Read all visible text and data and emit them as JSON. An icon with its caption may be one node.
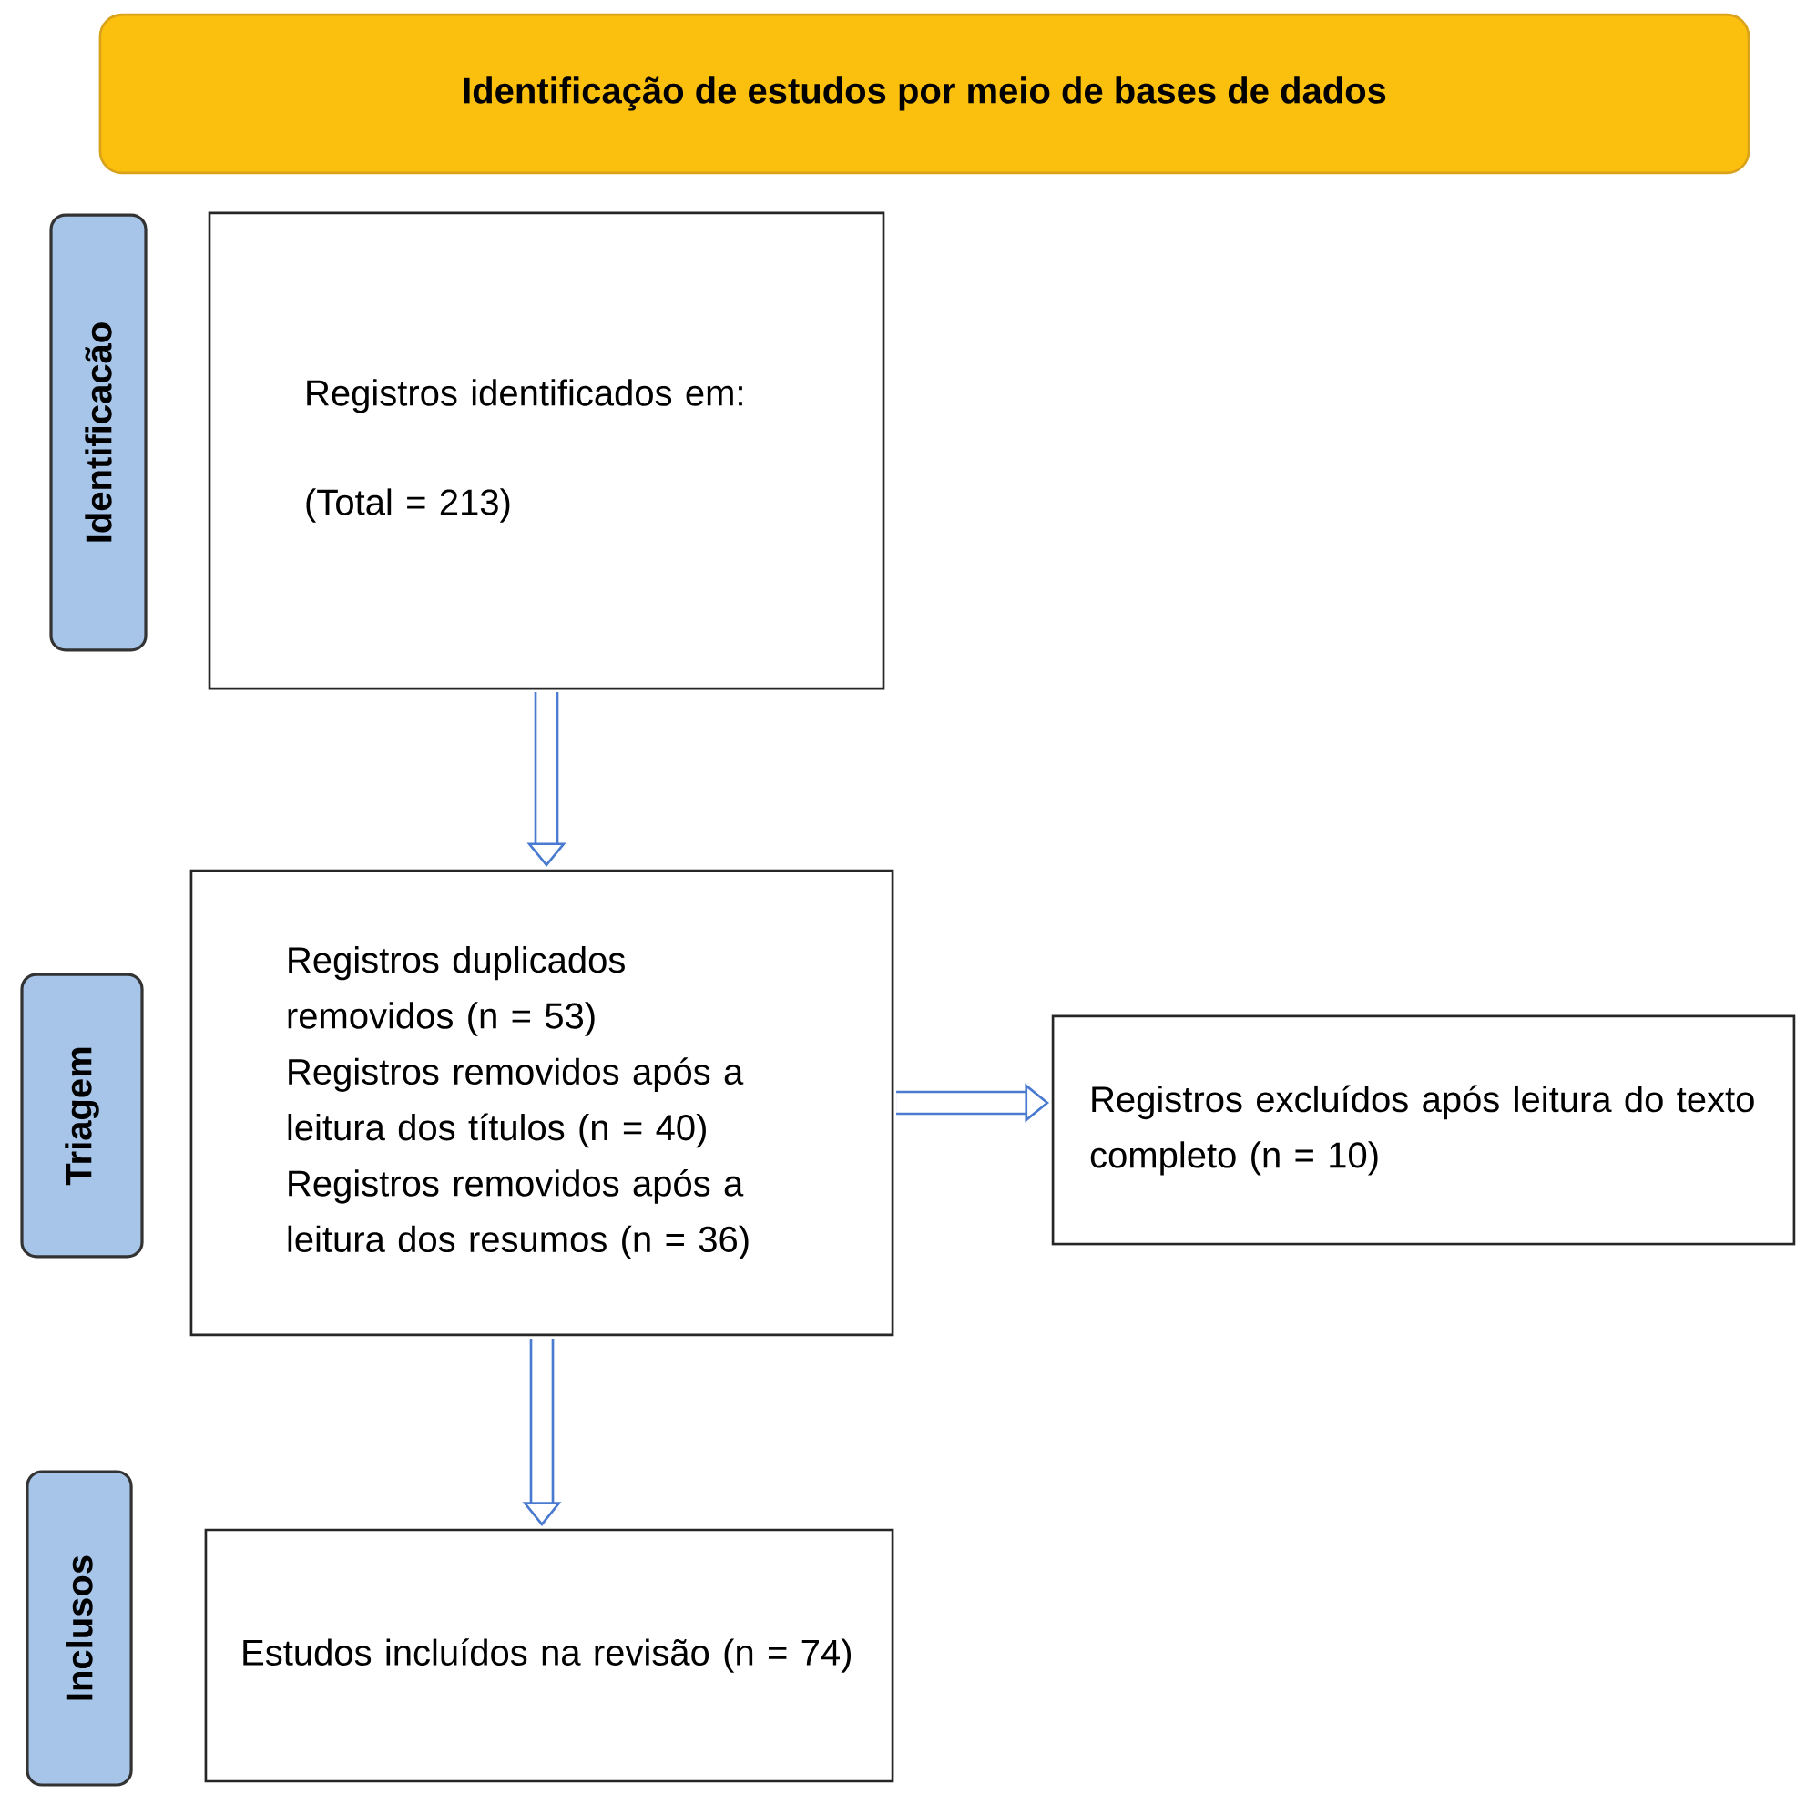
{
  "diagram": {
    "nodes": [
      {
        "text": [
          "Identificação de estudos por meio de bases de dados"
        ]
      },
      {
        "text": [
          "Identificacão"
        ]
      },
      {
        "text": [
          "Registros identificados em:",
          "(Total = 213)"
        ]
      },
      {
        "text": [
          "Triagem"
        ]
      },
      {
        "text": [
          "Registros duplicados removidos (n = 53)",
          "Registros removidos após a leitura dos títulos (n = 40)",
          "Registros removidos após a leitura dos resumos (n = 36)"
        ]
      },
      {
        "text": [
          "Registros excluídos após leitura do texto completo (n = 10)"
        ]
      },
      {
        "text": [
          "Inclusos"
        ]
      },
      {
        "text": [
          "Estudos incluídos na revisão (n = 74)"
        ]
      }
    ],
    "edges": [
      {
        "from": 2,
        "to": 4,
        "arrow": "to"
      },
      {
        "from": 4,
        "to": 5,
        "arrow": "to"
      },
      {
        "from": 4,
        "to": 7,
        "arrow": "to"
      }
    ]
  }
}
